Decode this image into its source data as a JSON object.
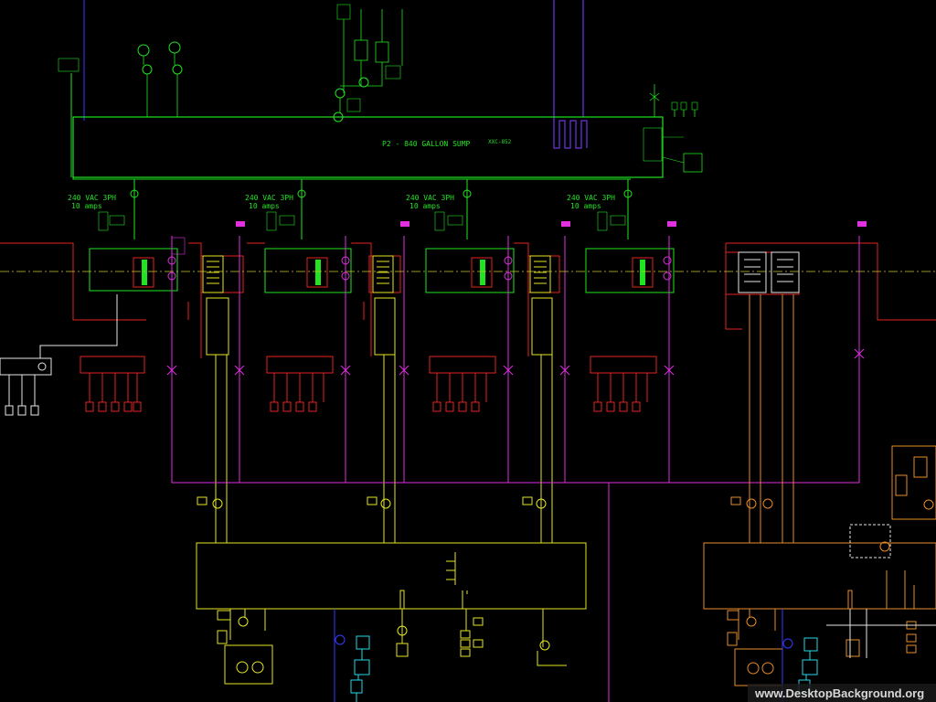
{
  "colors": {
    "background": "#000000",
    "green": "#22e322",
    "red": "#e52222",
    "yellow": "#e6e622",
    "magenta": "#e030e0",
    "purple": "#b030c0",
    "orange": "#e88a2a",
    "cyan": "#22d8e8",
    "blue": "#3a3aff",
    "white": "#e6e6e6",
    "centerline": "#c8c832"
  },
  "sump": {
    "title": "P2 - 840 GALLON SUMP",
    "tag": "XXC-852"
  },
  "feeders": [
    {
      "rating": "240 VAC 3PH",
      "current": "10 amps"
    },
    {
      "rating": "240 VAC 3PH",
      "current": "10 amps"
    },
    {
      "rating": "240 VAC 3PH",
      "current": "10 amps"
    },
    {
      "rating": "240 VAC 3PH",
      "current": "10 amps"
    }
  ],
  "icons": {
    "pump": "pump-icon",
    "motor": "motor-icon",
    "valve": "valve-icon",
    "transformer": "transformer-icon"
  },
  "watermark": "www.DesktopBackground.org"
}
